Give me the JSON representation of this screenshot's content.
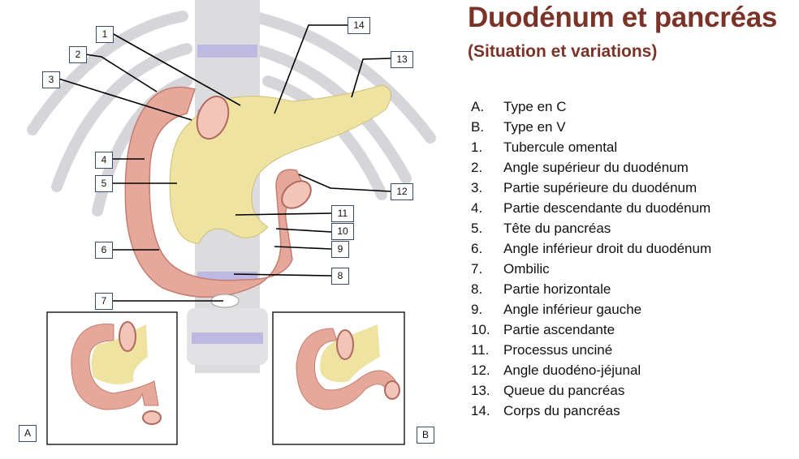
{
  "title": "Duodénum et pancréas",
  "subtitle": "(Situation et variations)",
  "legend": [
    {
      "key": "A.",
      "text": "Type en C"
    },
    {
      "key": "B.",
      "text": "Type en V"
    },
    {
      "key": "1.",
      "text": "Tubercule omental"
    },
    {
      "key": "2.",
      "text": "Angle supérieur du duodénum"
    },
    {
      "key": "3.",
      "text": "Partie supérieure du duodénum"
    },
    {
      "key": "4.",
      "text": "Partie descendante du duodénum"
    },
    {
      "key": "5.",
      "text": "Tête du pancréas"
    },
    {
      "key": "6.",
      "text": "Angle inférieur droit du duodénum"
    },
    {
      "key": "7.",
      "text": "Ombilic"
    },
    {
      "key": "8.",
      "text": "Partie  horizontale"
    },
    {
      "key": "9.",
      "text": "Angle inférieur gauche"
    },
    {
      "key": "10.",
      "text": "Partie ascendante"
    },
    {
      "key": "11.",
      "text": "Processus unciné"
    },
    {
      "key": "12.",
      "text": "Angle duodéno-jéjunal"
    },
    {
      "key": "13.",
      "text": "Queue du pancréas"
    },
    {
      "key": "14.",
      "text": "Corps du pancréas"
    }
  ],
  "labels": {
    "l1": "1",
    "l2": "2",
    "l3": "3",
    "l4": "4",
    "l5": "5",
    "l6": "6",
    "l7": "7",
    "l8": "8",
    "l9": "9",
    "l10": "10",
    "l11": "11",
    "l12": "12",
    "l13": "13",
    "l14": "14",
    "a": "A",
    "b": "B"
  },
  "colors": {
    "title": "#7b3328",
    "pancreas": "#eee2a0",
    "duodenum": "#e5a79a",
    "bone": "#d9d9dc",
    "disc": "#b9b5de"
  }
}
